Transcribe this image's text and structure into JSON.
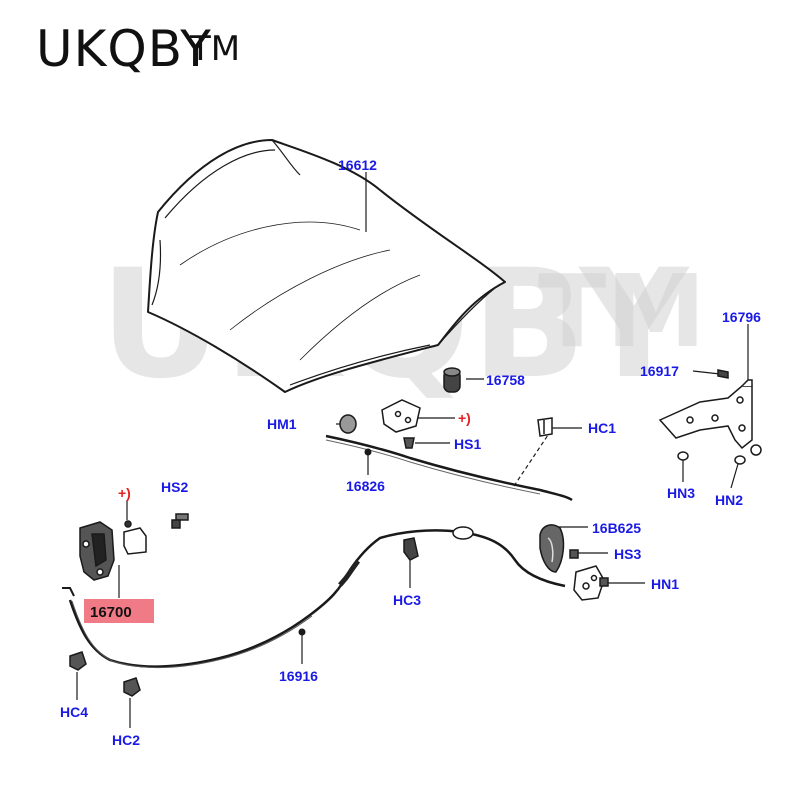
{
  "brand": {
    "name": "UKQBY",
    "tm": "TM"
  },
  "watermark": {
    "name": "UKQBY",
    "tm": "TM"
  },
  "colors": {
    "label": "#1a1ae6",
    "note": "#e62020",
    "highlight": "#f07a86",
    "line": "#1a1a1a"
  },
  "labels": {
    "hood": "16612",
    "hinge_assembly": "16796",
    "bolt_16917": "16917",
    "bumper_16758": "16758",
    "hm1": "HM1",
    "plus_note_1": "+)",
    "hs1": "HS1",
    "hc1": "HC1",
    "cable_16826": "16826",
    "hn3": "HN3",
    "hn2": "HN2",
    "plus_note_2": "+)",
    "hs2": "HS2",
    "latch_16700": "16700",
    "handle_16b625": "16B625",
    "hs3": "HS3",
    "hn1": "HN1",
    "hc3": "HC3",
    "cable_16916": "16916",
    "hc4": "HC4",
    "hc2": "HC2"
  }
}
